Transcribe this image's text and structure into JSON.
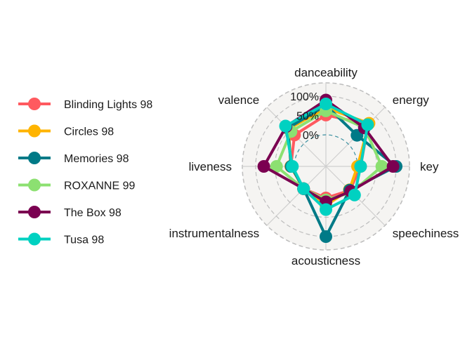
{
  "chart_data": {
    "type": "radar",
    "axes": [
      "danceability",
      "energy",
      "key",
      "speechiness",
      "acousticness",
      "instrumentalness",
      "liveness",
      "valence"
    ],
    "ring_labels": [
      "0%",
      "50%",
      "100%"
    ],
    "range": [
      0,
      1
    ],
    "series": [
      {
        "name": "Blinding Lights 98",
        "color": "#FF5A5F",
        "values": [
          0.51,
          0.73,
          0.08,
          0.06,
          0.0,
          0.0,
          0.09,
          0.33
        ]
      },
      {
        "name": "Circles 98",
        "color": "#FFB400",
        "values": [
          0.7,
          0.76,
          0.0,
          0.04,
          0.19,
          0.0,
          0.09,
          0.55
        ]
      },
      {
        "name": "Memories 98",
        "color": "#007A87",
        "values": [
          0.76,
          0.32,
          1.0,
          0.05,
          1.0,
          0.0,
          0.08,
          0.58
        ]
      },
      {
        "name": "ROXANNE 99",
        "color": "#8CE071",
        "values": [
          0.62,
          0.6,
          0.63,
          0.13,
          0.05,
          0.0,
          0.46,
          0.46
        ]
      },
      {
        "name": "The Box 98",
        "color": "#7B0051",
        "values": [
          0.9,
          0.59,
          0.92,
          0.09,
          0.1,
          0.0,
          0.79,
          0.64
        ]
      },
      {
        "name": "Tusa 98",
        "color": "#00D1C1",
        "values": [
          0.8,
          0.71,
          0.08,
          0.23,
          0.3,
          0.0,
          0.05,
          0.66
        ]
      }
    ],
    "grid": true,
    "legend": "left"
  }
}
